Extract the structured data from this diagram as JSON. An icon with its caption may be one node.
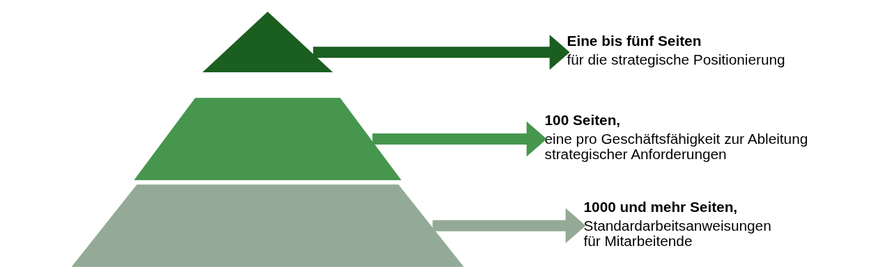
{
  "diagram": {
    "nodes": [
      {
        "text": [],
        "shape": "triangle"
      },
      {
        "text": [
          "Eine bis fünf Seiten",
          "für die strategische Positionierung"
        ]
      },
      {
        "text": [],
        "shape": "trapezoid"
      },
      {
        "text": [
          "100 Seiten,",
          "eine pro Geschäftsfähigkeit zur Ableitung strategischer Anforderungen"
        ]
      },
      {
        "text": [],
        "shape": "trapezoid"
      },
      {
        "text": [
          "1000 und mehr Seiten,",
          "Standardarbeitsanweisungen für Mitarbeitende"
        ]
      }
    ],
    "edges": [
      {
        "from": 0,
        "to": 1,
        "arrow": "to",
        "color": "#1a5e20"
      },
      {
        "from": 2,
        "to": 3,
        "arrow": "to",
        "color": "#46964e"
      },
      {
        "from": 4,
        "to": 5,
        "arrow": "to",
        "color": "#94aa96"
      }
    ]
  }
}
